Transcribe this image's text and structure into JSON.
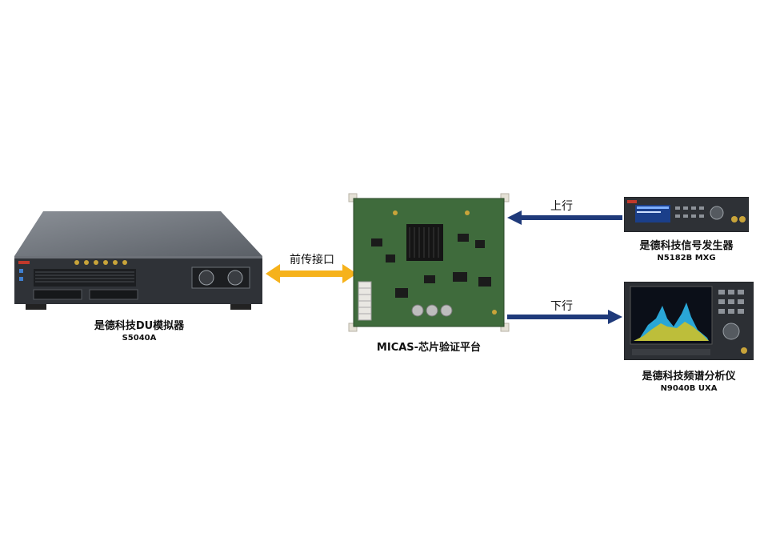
{
  "du_emulator": {
    "name": "是德科技DU模拟器",
    "model": "S5040A"
  },
  "chip_platform": {
    "name": "MICAS-芯片验证平台"
  },
  "signal_generator": {
    "name": "是德科技信号发生器",
    "model": "N5182B MXG"
  },
  "spectrum_analyzer": {
    "name": "是德科技频谱分析仪",
    "model": "N9040B UXA"
  },
  "links": {
    "fronthaul": "前传接口",
    "uplink": "上行",
    "downlink": "下行"
  },
  "colors": {
    "fronthaul_arrow": "#f6b21b",
    "uplink_arrow": "#1f3a7a",
    "downlink_arrow": "#1f3a7a"
  }
}
